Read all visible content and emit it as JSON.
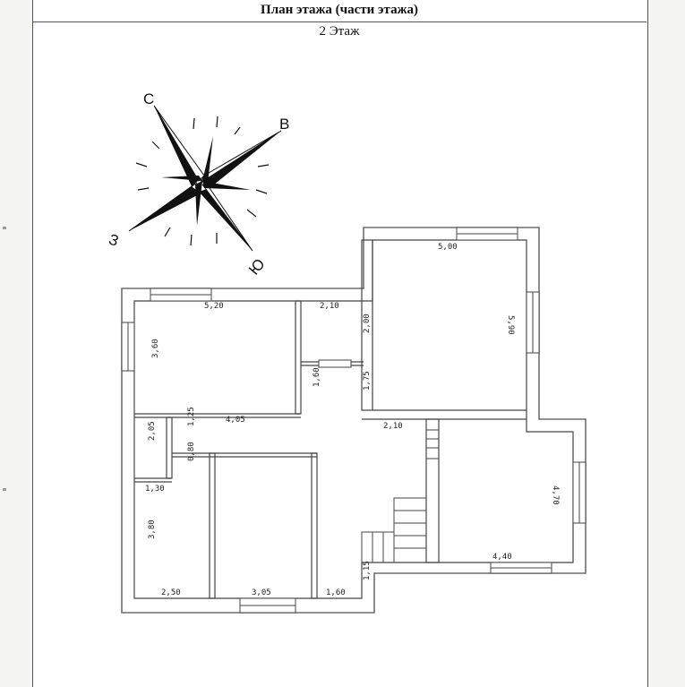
{
  "header": {
    "title": "План этажа (части этажа)"
  },
  "floor": {
    "label": "2 Этаж"
  },
  "compass": {
    "north": "С",
    "east": "В",
    "south": "Ю",
    "west": "З"
  },
  "dimensions": {
    "room1_width": "5,20",
    "room1_height": "3,60",
    "corridor_top_width": "2,10",
    "corridor_top_height": "2,00",
    "room1_door_offset": "1,60",
    "corridor_height": "1,75",
    "room1_bottom_width": "4,05",
    "closet_height": "2,05",
    "closet_door": "1,25",
    "closet_gap": "0,80",
    "closet_width": "1,30",
    "room3_height": "3,80",
    "room3_width": "2,50",
    "room4_width": "3,05",
    "hall_bottom_width": "1,60",
    "hall_bottom_height": "1,15",
    "room2_width": "5,00",
    "room2_height": "5,90",
    "room2_bottom_width": "2,10",
    "room5_height": "4,70",
    "room5_width": "4,40"
  },
  "colors": {
    "wall": "#6e6e6e",
    "line": "#222222",
    "compass": "#111111"
  }
}
